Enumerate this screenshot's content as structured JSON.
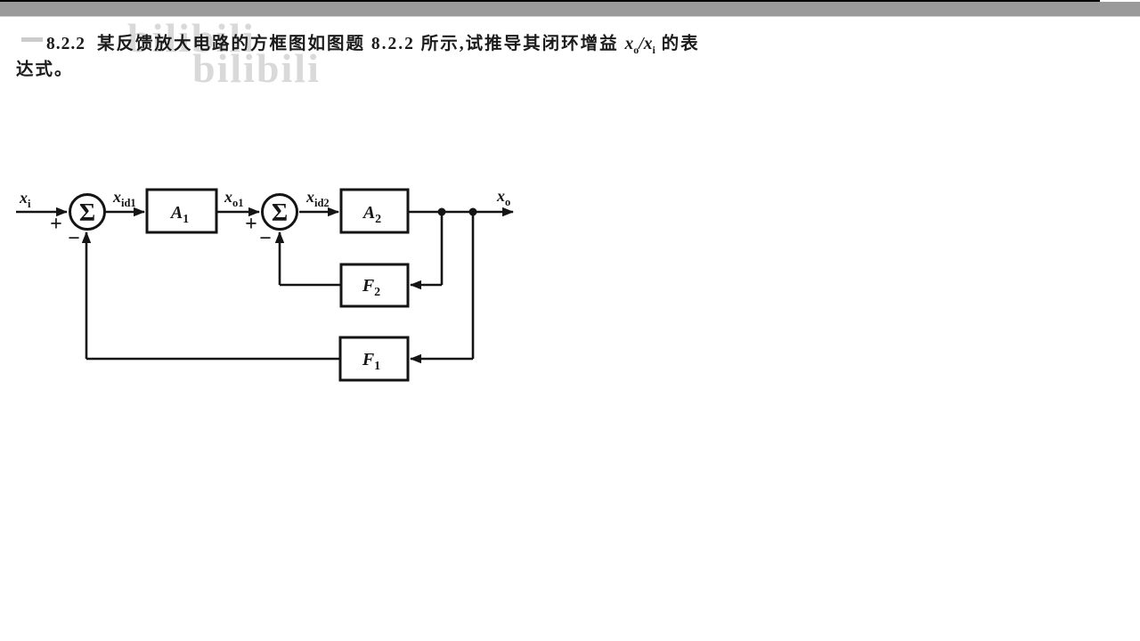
{
  "colors": {
    "top_strip": "#000000",
    "top_bar": "#9a9a9a",
    "ink": "#1b1b1b",
    "line": "#141414",
    "watermark": "#d9d9d9"
  },
  "watermark": {
    "text1": "bilibili",
    "text2": "bilibili"
  },
  "problem": {
    "number": "8.2.2",
    "text_before_math": "某反馈放大电路的方框图如图题 8.2.2 所示,试推导其闭环增益 ",
    "gain_out_base": "x",
    "gain_out_sub": "o",
    "gain_slash": "/",
    "gain_in_base": "x",
    "gain_in_sub": "i",
    "text_after_math": " 的表",
    "line2": "达式。"
  },
  "diagram": {
    "input": {
      "base": "x",
      "sub": "i"
    },
    "sum1": {
      "symbol": "Σ",
      "plus": "+",
      "minus": "−"
    },
    "xid1": {
      "base": "x",
      "sub": "id1"
    },
    "a1": {
      "base": "A",
      "sub": "1"
    },
    "xo1": {
      "base": "x",
      "sub": "o1"
    },
    "sum2": {
      "symbol": "Σ",
      "plus": "+",
      "minus": "−"
    },
    "xid2": {
      "base": "x",
      "sub": "id2"
    },
    "a2": {
      "base": "A",
      "sub": "2"
    },
    "f2": {
      "base": "F",
      "sub": "2"
    },
    "f1": {
      "base": "F",
      "sub": "1"
    },
    "output": {
      "base": "x",
      "sub": "o"
    }
  }
}
